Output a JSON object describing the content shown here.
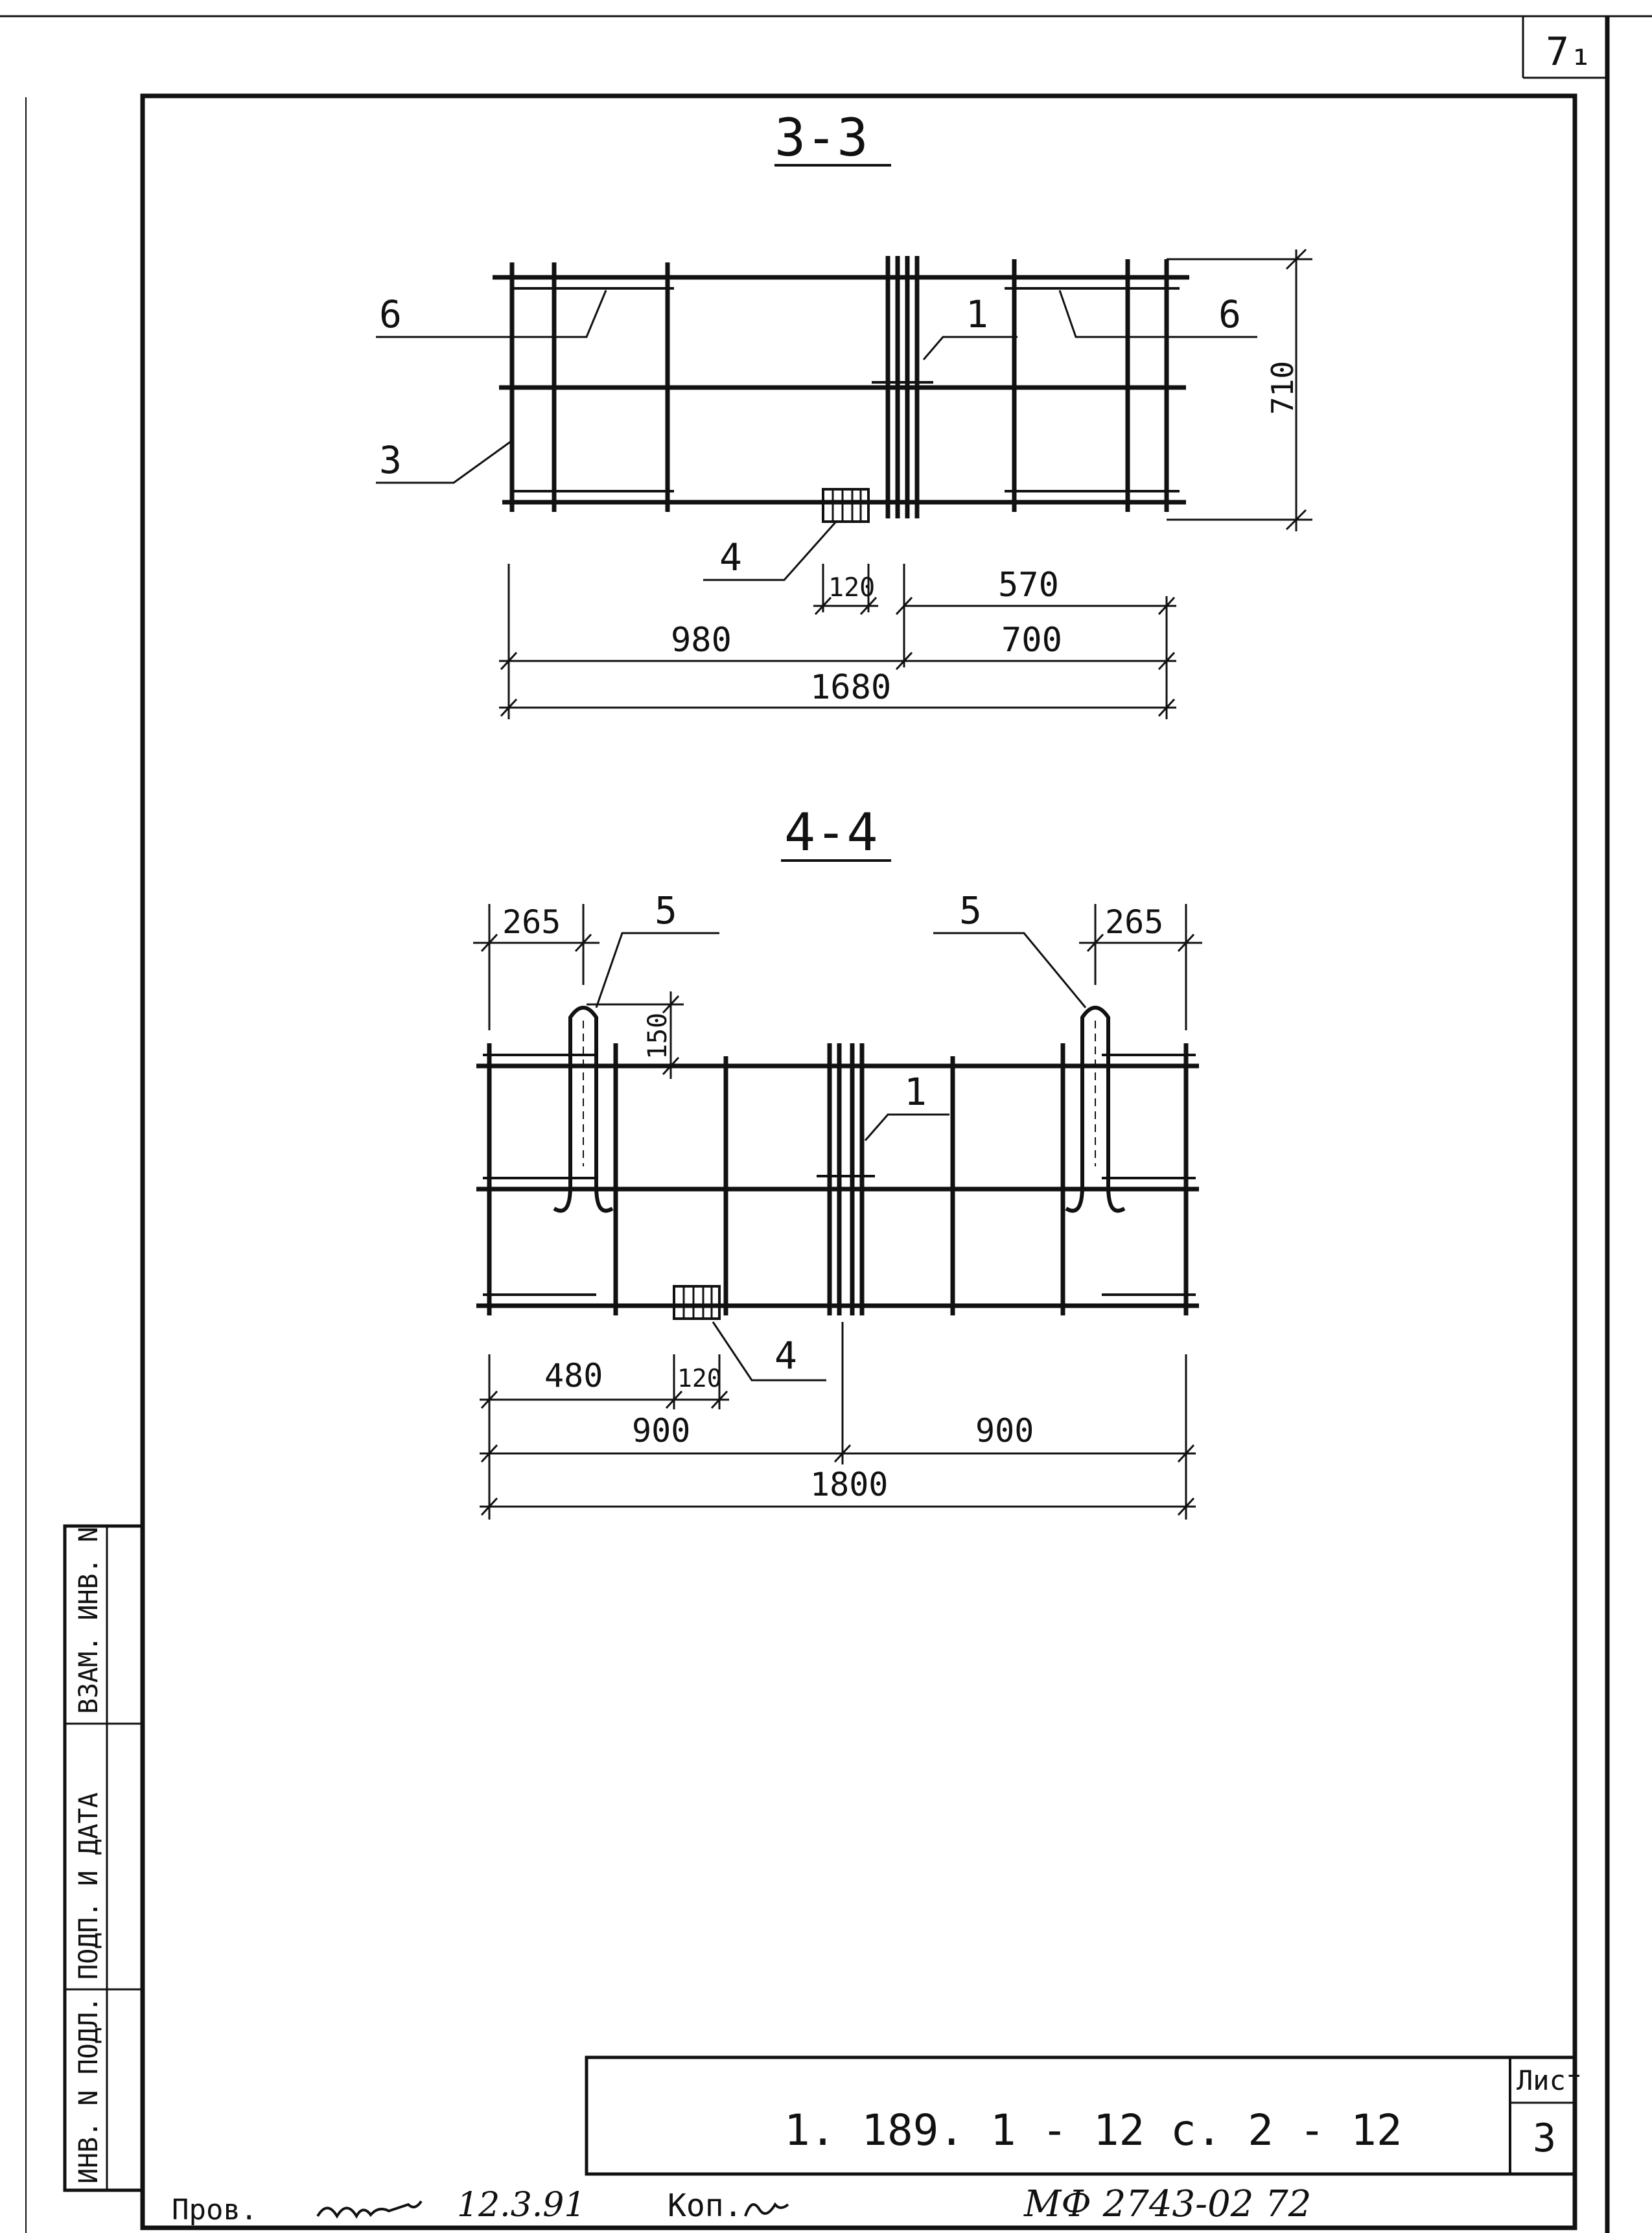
{
  "corner_mark": "7₁",
  "section_33": {
    "title": "3-3",
    "callouts": {
      "left_6": "6",
      "right_6": "6",
      "item_1": "1",
      "item_3": "3",
      "item_4": "4"
    },
    "height_dim": "710",
    "dims": {
      "d120": "120",
      "d570": "570",
      "d980": "980",
      "d700": "700",
      "d1680": "1680"
    }
  },
  "section_44": {
    "title": "4-4",
    "callouts": {
      "left_5": "5",
      "right_5": "5",
      "item_1": "1",
      "item_4": "4"
    },
    "dims": {
      "d265_left": "265",
      "d265_right": "265",
      "d150": "150",
      "d480": "480",
      "d120": "120",
      "d900_left": "900",
      "d900_right": "900",
      "d1800": "1800"
    }
  },
  "side_stamp": {
    "vzam": "ВЗАМ. ИНВ. N",
    "podp": "ПОДП. И ДАТА",
    "inv": "ИНВ. N ПОДЛ."
  },
  "title_block": {
    "doc_code": "1. 189. 1 - 12 с. 2 - 12",
    "sheet_label": "Лист",
    "sheet_no": "3"
  },
  "footer": {
    "prov_label": "Пров.",
    "signature_date": "12.3.91",
    "kop_label": "Коп.",
    "order_no": "МФ 2743-02  72"
  }
}
